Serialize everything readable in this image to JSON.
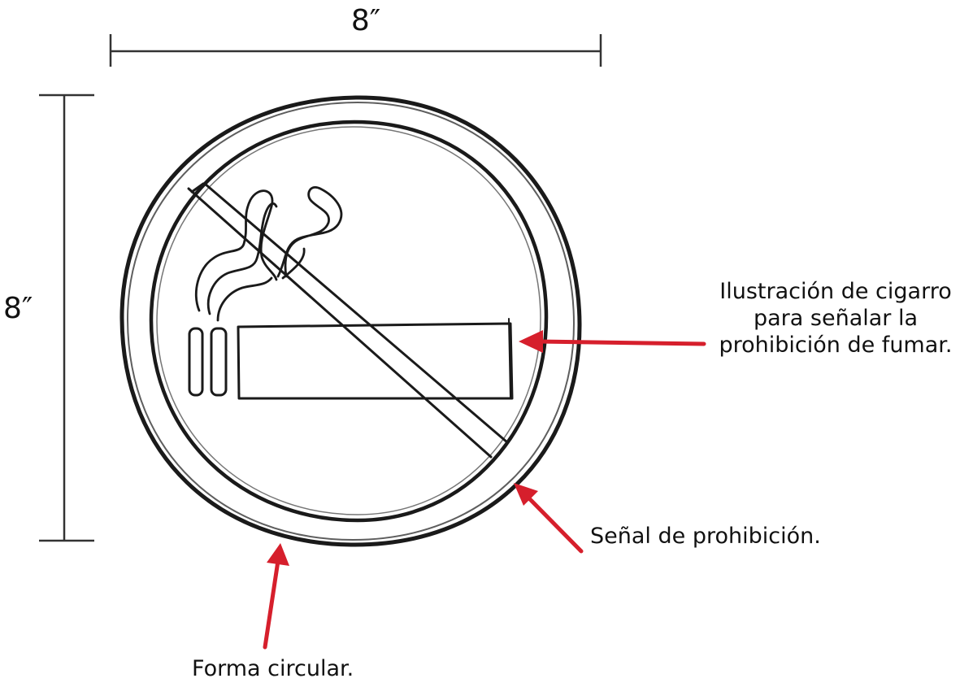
{
  "dimensions": {
    "width_label": "8″",
    "height_label": "8″"
  },
  "annotations": {
    "cigarette_illustration": {
      "lines": [
        "Ilustración de cigarro",
        "para señalar la",
        "prohibición de fumar."
      ]
    },
    "prohibition_sign": "Señal de prohibición.",
    "circular_shape": "Forma circular."
  },
  "colors": {
    "sketch": "#1a1a1a",
    "arrow": "#d61f2c",
    "dimension_line": "#333333"
  }
}
